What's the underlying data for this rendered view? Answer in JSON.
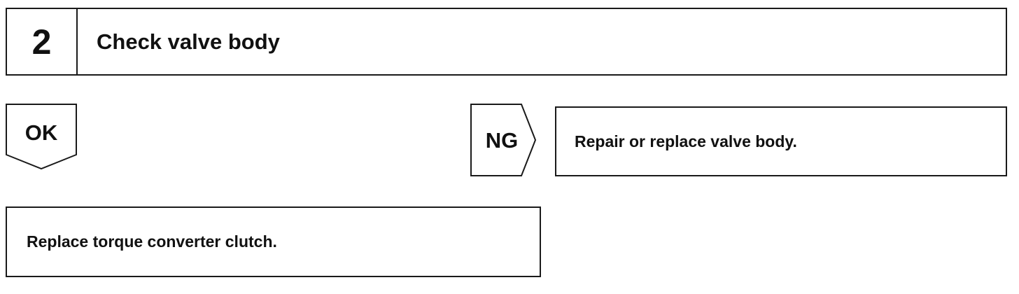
{
  "step": {
    "number": "2",
    "title": "Check valve body"
  },
  "ok_branch": {
    "label": "OK",
    "action": "Replace torque converter clutch."
  },
  "ng_branch": {
    "label": "NG",
    "action": "Repair or replace valve body."
  }
}
